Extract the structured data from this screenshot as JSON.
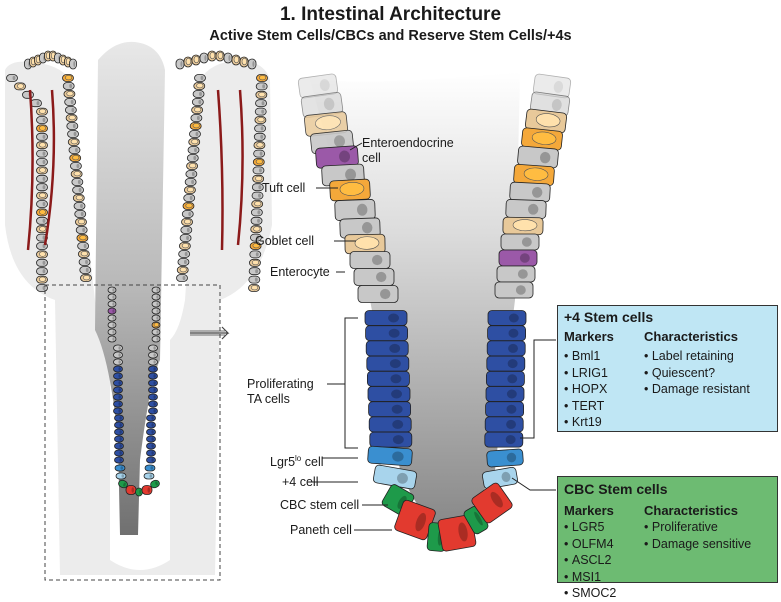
{
  "title": "1. Intestinal Architecture",
  "subtitle": "Active Stem Cells/CBCs and Reserve Stem Cells/+4s",
  "labels": {
    "enteroendocrine_1": "Enteroendocrine",
    "enteroendocrine_2": "cell",
    "tuft": "Tuft cell",
    "goblet": "Goblet cell",
    "enterocyte": "Enterocyte",
    "prolif_1": "Proliferating",
    "prolif_2": "TA cells",
    "lgr5lo_pre": "Lgr5",
    "lgr5lo_sup": "lo",
    "lgr5lo_post": " cell",
    "plus4": "+4 cell",
    "cbc": "CBC stem cell",
    "paneth": "Paneth cell"
  },
  "plus4_box": {
    "heading": "+4 Stem cells",
    "markers_title": "Markers",
    "markers": [
      "Bml1",
      "LRIG1",
      "HOPX",
      "TERT",
      "Krt19"
    ],
    "char_title": "Characteristics",
    "characteristics": [
      "Label retaining",
      "Quiescent?",
      "Damage resistant"
    ]
  },
  "cbc_box": {
    "heading": "CBC Stem cells",
    "markers_title": "Markers",
    "markers": [
      "LGR5",
      "OLFM4",
      "ASCL2",
      "MSI1",
      "SMOC2"
    ],
    "char_title": "Characteristics",
    "characteristics": [
      "Proliferative",
      "Damage sensitive"
    ]
  },
  "colors": {
    "enterocyte": "#c8c8c8",
    "goblet": "#e8c99a",
    "tuft": "#f4a83a",
    "enteroendocrine": "#9b59a8",
    "ta": "#2e4fa3",
    "lgr5lo": "#3a8fd0",
    "plus4": "#a8d4ec",
    "cbc": "#1e9a4a",
    "paneth": "#e23a2f",
    "box_plus4": "#bfe6f4",
    "box_cbc": "#6dbb72"
  }
}
